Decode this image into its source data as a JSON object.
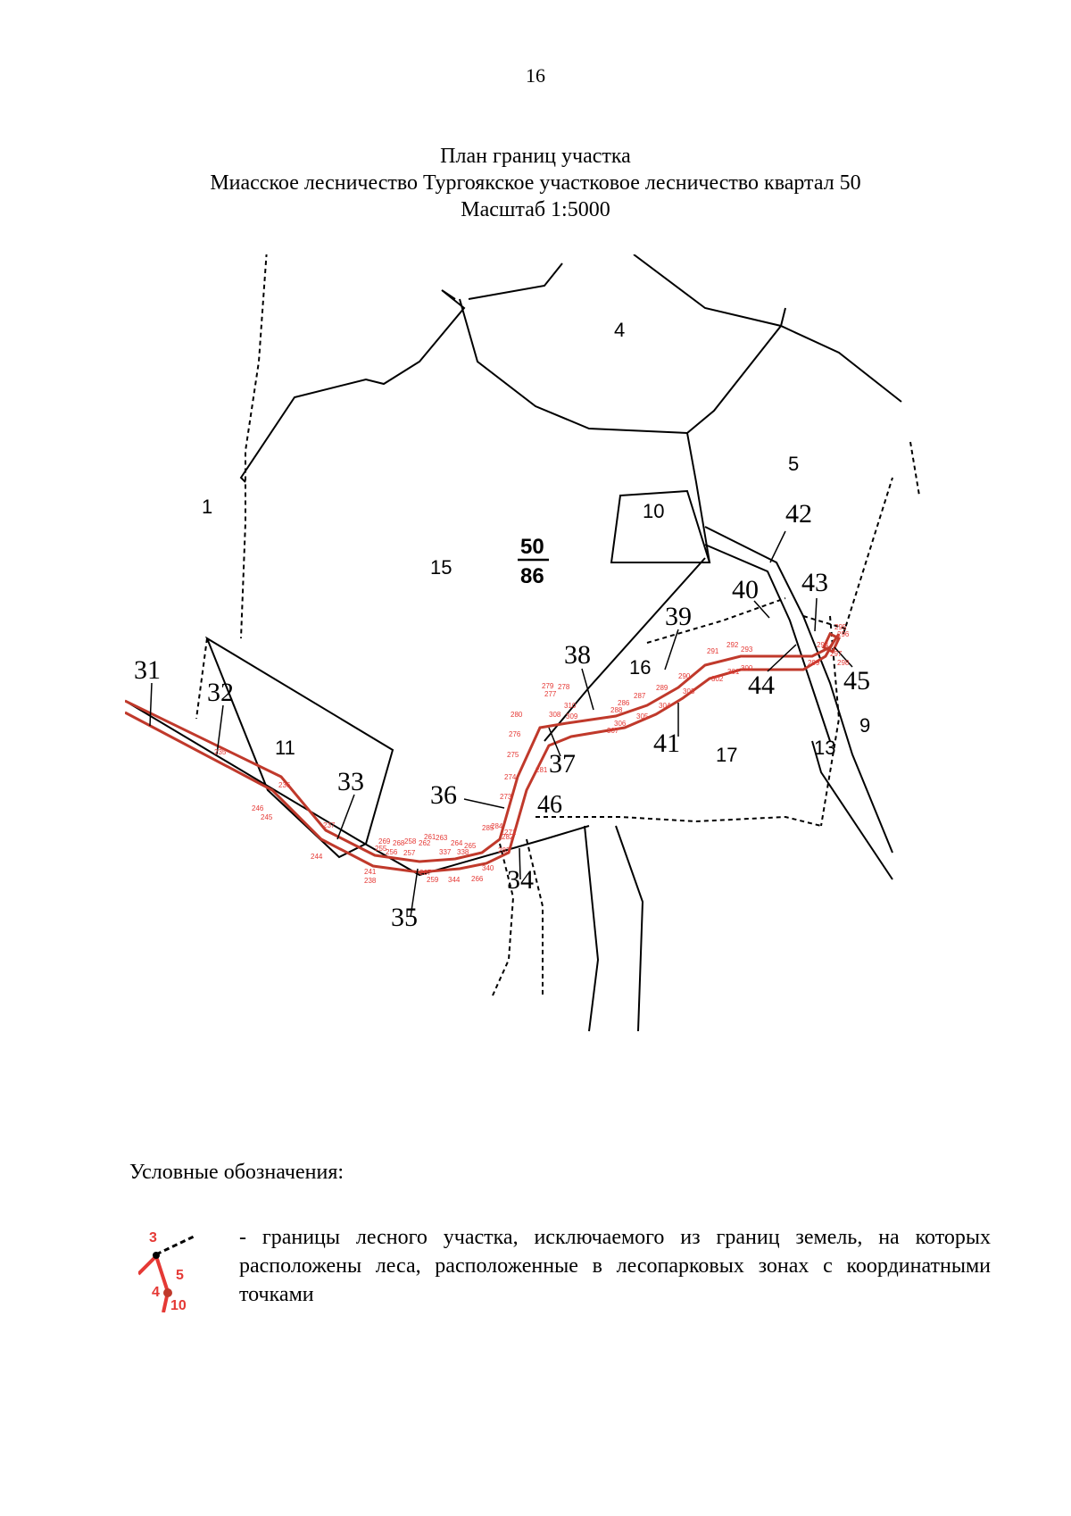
{
  "page_number": "16",
  "title": {
    "line1": "План границ участка",
    "line2": "Миасское лесничество Тургоякское участковое лесничество квартал 50",
    "line3": "Масштаб 1:5000"
  },
  "map": {
    "plot_labels": [
      "1",
      "4",
      "5",
      "9",
      "10",
      "11",
      "13",
      "15",
      "16",
      "17",
      "46"
    ],
    "quarter_label": {
      "number": "50",
      "area": "86"
    },
    "callout_labels": [
      "31",
      "32",
      "33",
      "34",
      "35",
      "36",
      "37",
      "38",
      "39",
      "40",
      "41",
      "42",
      "43",
      "44",
      "45"
    ],
    "point_labels": [
      "235",
      "236",
      "244",
      "245",
      "246",
      "237",
      "238",
      "241",
      "255",
      "256",
      "257",
      "258",
      "259",
      "261",
      "262",
      "263",
      "264",
      "265",
      "266",
      "267",
      "268",
      "269",
      "271",
      "273",
      "274",
      "275",
      "276",
      "277",
      "278",
      "279",
      "280",
      "281",
      "282",
      "283",
      "284",
      "285",
      "286",
      "287",
      "288",
      "289",
      "290",
      "291",
      "292",
      "293",
      "294",
      "295",
      "296",
      "297",
      "298",
      "299",
      "300",
      "301",
      "302",
      "303",
      "304",
      "305",
      "306",
      "307",
      "308",
      "309",
      "310",
      "337",
      "338",
      "340",
      "344"
    ],
    "colors": {
      "boundary_black": "#000000",
      "excluded_parcel_red": "#c0392b",
      "point_label_red": "#e53935"
    }
  },
  "legend": {
    "heading": "Условные обозначения:",
    "symbol_points": [
      "3",
      "4",
      "5",
      "10"
    ],
    "description": "- границы лесного участка, исключаемого из границ земель, на которых расположены леса, расположенные в лесопарковых зонах с координатными точками"
  }
}
